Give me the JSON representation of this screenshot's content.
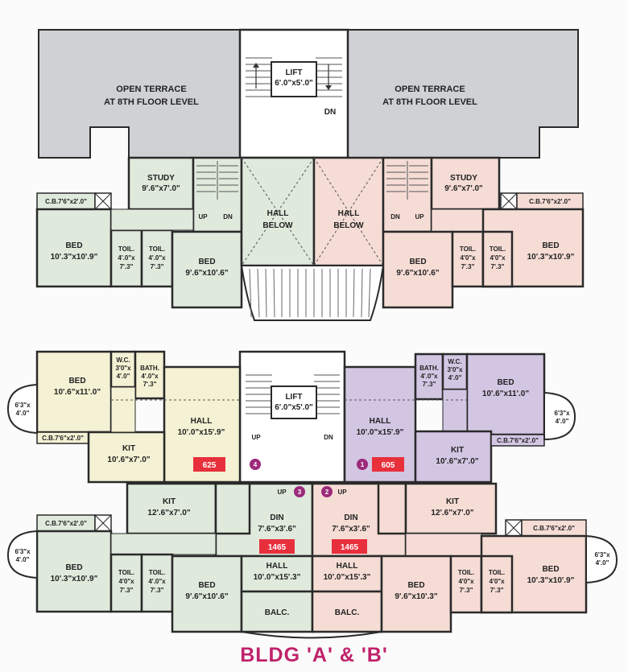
{
  "title": "BLDG 'A' & 'B'",
  "colors": {
    "green": "#dfe9dc",
    "pink": "#f5dcd5",
    "grey": "#cfd1d4",
    "yellow": "#f4f1d4",
    "purple": "#d3c6e3",
    "ink": "#2a2a2a",
    "badge": "#e8303c",
    "circle": "#9c2a7b",
    "title": "#c0226a"
  },
  "top": {
    "terrace_left": [
      "OPEN TERRACE",
      "AT 8TH FLOOR LEVEL"
    ],
    "terrace_right": [
      "OPEN TERRACE",
      "AT 8TH FLOOR LEVEL"
    ],
    "lift": [
      "LIFT",
      "6'.0\"x5'.0\""
    ],
    "dn": "DN",
    "study_left": [
      "STUDY",
      "9'.6\"x7'.0\""
    ],
    "study_right": [
      "STUDY",
      "9'.6\"x7'.0\""
    ],
    "up": "UP",
    "dn2": "DN",
    "hall_below_left": [
      "HALL",
      "BELOW"
    ],
    "hall_below_right": [
      "HALL",
      "BELOW"
    ],
    "cb_left": "C.B.7'6\"x2'.0\"",
    "cb_right": "C.B.7'6\"x2'.0\"",
    "bed_large_left": [
      "BED",
      "10'.3\"x10'.9\""
    ],
    "bed_large_right": [
      "BED",
      "10'.3\"x10'.9\""
    ],
    "toil": [
      "TOIL.",
      "4'.0\"x",
      "7'.3\""
    ],
    "toil_r": [
      "TOIL.",
      "4'0\"x",
      "7'.3\""
    ],
    "bed_small_left": [
      "BED",
      "9'.6\"x10'.6\""
    ],
    "bed_small_right": [
      "BED",
      "9'.6\"x10'.6\""
    ]
  },
  "bottom": {
    "bed_y": [
      "BED",
      "10'.6\"x11'.0\""
    ],
    "wc_left": [
      "W.C.",
      "3'0\"x",
      "4'.0\""
    ],
    "bath_left": [
      "BATH.",
      "4'.0\"x",
      "7'.3\""
    ],
    "balc_side_left": [
      "6'3\"x",
      "4'.0\""
    ],
    "cb_y": "C.B.7'6\"x2'.0\"",
    "hall_y": [
      "HALL",
      "10'.0\"x15'.9\""
    ],
    "kit_y": [
      "KIT",
      "10'.6\"x7'.0\""
    ],
    "badge_625": "625",
    "num_4": "4",
    "lift": [
      "LIFT",
      "6'.0\"x5'.0\""
    ],
    "up": "UP",
    "dn": "DN",
    "hall_p": [
      "HALL",
      "10'.0\"x15'.9\""
    ],
    "bath_right": [
      "BATH.",
      "4'.0\"x",
      "7'.3\""
    ],
    "wc_right": [
      "W.C.",
      "3'0\"x",
      "4'.0\""
    ],
    "bed_p": [
      "BED",
      "10'.6\"x11'.0\""
    ],
    "balc_side_right": [
      "6'3\"x",
      "4'.0\""
    ],
    "cb_p": "C.B.7'6\"x2'.0\"",
    "kit_p": [
      "KIT",
      "10'.6\"x7'.0\""
    ],
    "num_1": "1",
    "badge_605": "605",
    "kit_g": [
      "KIT",
      "12'.6\"x7'.0\""
    ],
    "up_3": "UP",
    "num_3": "3",
    "num_2": "2",
    "up_2": "UP",
    "kit_r": [
      "KIT",
      "12'.6\"x7'.0\""
    ],
    "din_g": [
      "DIN",
      "7'.6\"x3'.6\""
    ],
    "din_r": [
      "DIN",
      "7'.6\"x3'.6\""
    ],
    "badge_1465_l": "1465",
    "badge_1465_r": "1465",
    "cb_g": "C.B.7'6\"x2'.0\"",
    "cb_r": "C.B.7'6\"x2'.0\"",
    "balc_low_left": [
      "6'3\"x",
      "4'.0\""
    ],
    "balc_low_right": [
      "6'3\"x",
      "4'.0\""
    ],
    "bed_g_large": [
      "BED",
      "10'.3\"x10'.9\""
    ],
    "toil_g": [
      "TOIL.",
      "4'0\"x",
      "7'.3\""
    ],
    "toil_g2": [
      "TOIL.",
      "4'.0\"x",
      "7'.3\""
    ],
    "bed_g_small": [
      "BED",
      "9'.6\"x10'.6\""
    ],
    "hall_g": [
      "HALL",
      "10'.0\"x15'.3\""
    ],
    "hall_r": [
      "HALL",
      "10'.0\"x15'.3\""
    ],
    "bed_r_small": [
      "BED",
      "9'.6\"x10'.3\""
    ],
    "toil_r": [
      "TOIL.",
      "4'0\"x",
      "7'.3\""
    ],
    "toil_r2": [
      "TOIL.",
      "4'0\"x",
      "7'.3\""
    ],
    "bed_r_large": [
      "BED",
      "10'.3\"x10'.9\""
    ],
    "balc": "BALC.",
    "balc2": "BALC."
  }
}
